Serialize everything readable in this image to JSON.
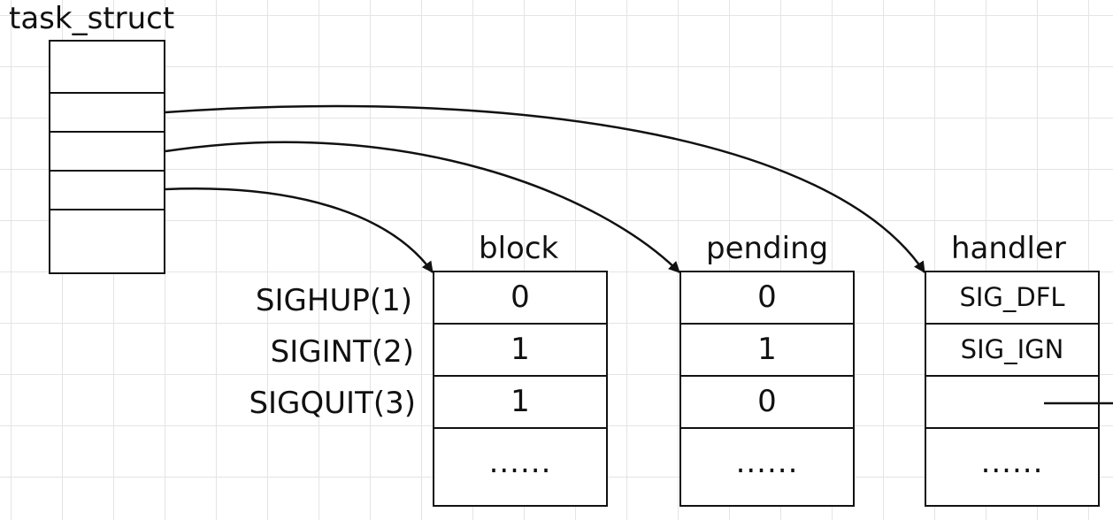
{
  "task_struct": {
    "label": "task_struct"
  },
  "signals": [
    "SIGHUP(1)",
    "SIGINT(2)",
    "SIGQUIT(3)"
  ],
  "tables": {
    "block": {
      "header": "block",
      "cells": [
        "0",
        "1",
        "1",
        "......"
      ]
    },
    "pending": {
      "header": "pending",
      "cells": [
        "0",
        "1",
        "0",
        "......"
      ]
    },
    "handler": {
      "header": "handler",
      "cells": [
        "SIG_DFL",
        "SIG_IGN",
        "",
        "......"
      ]
    }
  },
  "colors": {
    "line": "#111111",
    "grid": "#e4e4e4",
    "background": "#ffffff"
  }
}
